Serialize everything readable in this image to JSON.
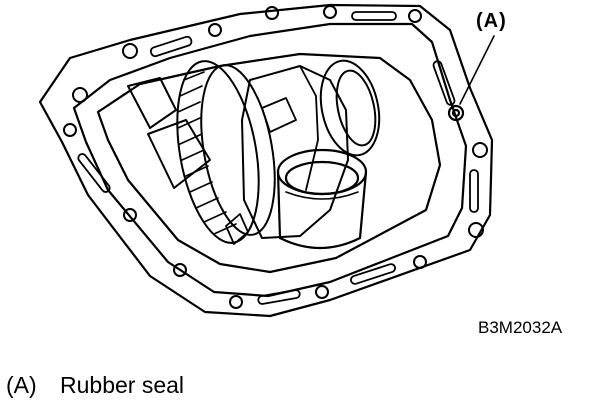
{
  "diagram": {
    "callout_label": "(A)",
    "figure_code": "B3M2032A",
    "legend": [
      {
        "key": "(A)",
        "text": "Rubber seal"
      }
    ]
  },
  "colors": {
    "line": "#000000",
    "background": "#ffffff"
  }
}
